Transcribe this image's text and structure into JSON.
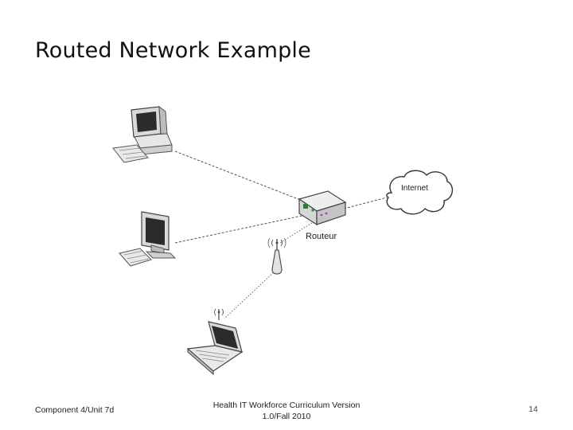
{
  "slide": {
    "title": "Routed Network Example"
  },
  "diagram": {
    "router_label": "Routeur",
    "internet_label": "Internet"
  },
  "footer": {
    "left": "Component 4/Unit 7d",
    "center_line1": "Health IT Workforce Curriculum Version",
    "center_line2": "1.0/Fall 2010",
    "page_number": "14"
  }
}
